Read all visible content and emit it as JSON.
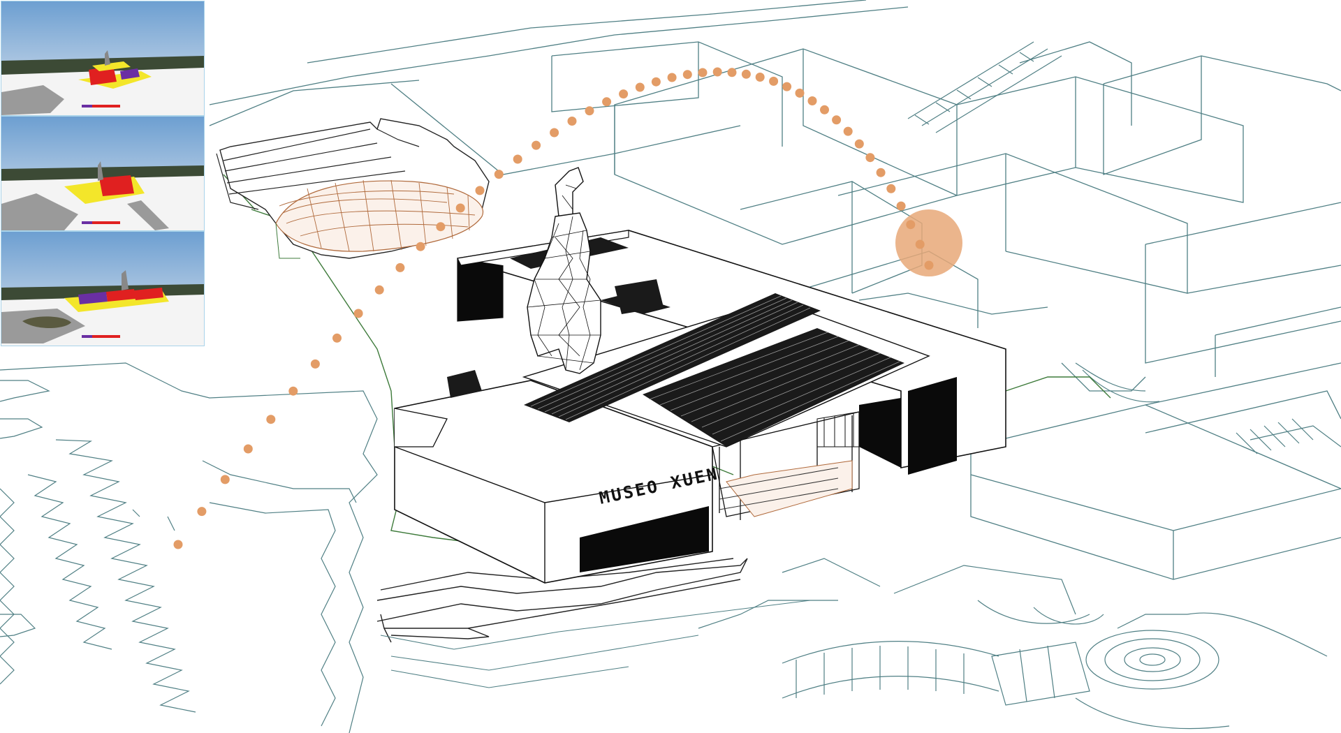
{
  "museum": {
    "sign_text": "MUSEO XUEN"
  },
  "colors": {
    "sun_path": "#e39c66",
    "sun_disc": "#e8a878",
    "context_lines": "#4f7f84",
    "site_lines": "#3d7a3a",
    "building_fill": "#ffffff",
    "building_dark": "#0a0a0a",
    "terrace_lines": "#b06a3c",
    "sky_top": "#6d9fd1",
    "sky_bottom": "#dfe6ef",
    "heat_yellow": "#f3e62a",
    "heat_red": "#e02020",
    "heat_purple": "#6a2fa3",
    "thumb_border": "#a9d3ea"
  },
  "icons": {
    "sun_marker": "sun-icon"
  },
  "insets": [
    {
      "id": "shadow-study-1"
    },
    {
      "id": "shadow-study-2"
    },
    {
      "id": "shadow-study-3"
    }
  ]
}
